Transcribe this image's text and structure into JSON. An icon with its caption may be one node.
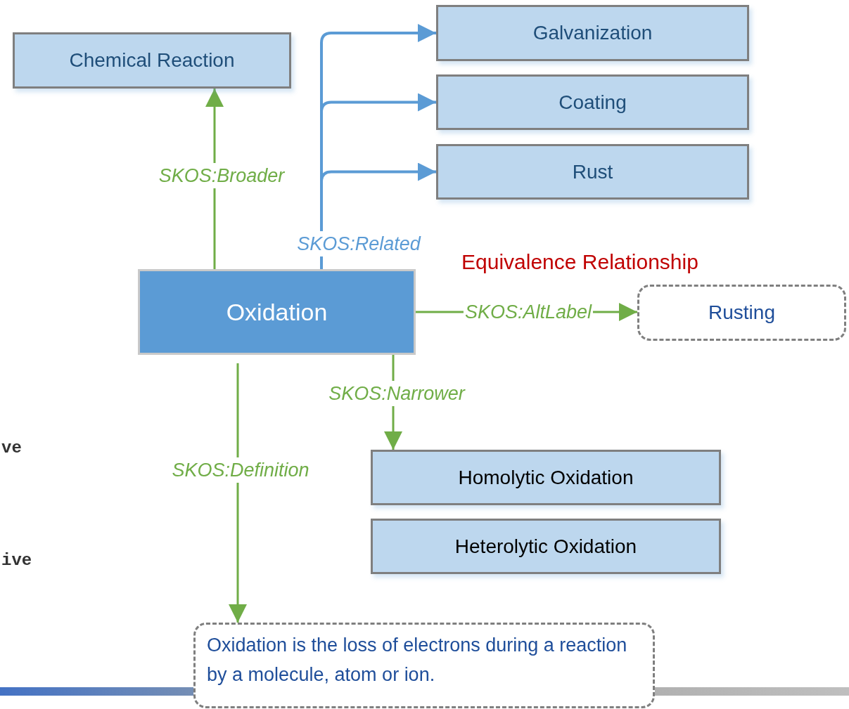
{
  "diagram": {
    "nodes": [
      {
        "text": [
          "Chemical Reaction"
        ]
      },
      {
        "text": [
          "Galvanization"
        ]
      },
      {
        "text": [
          "Coating"
        ]
      },
      {
        "text": [
          "Rust"
        ]
      },
      {
        "text": [
          "Oxidation"
        ]
      },
      {
        "text": [
          "Rusting"
        ]
      },
      {
        "text": [
          "Homolytic Oxidation"
        ]
      },
      {
        "text": [
          "Heterolytic Oxidation"
        ]
      },
      {
        "text": [
          "Oxidation is the loss of electrons during a reaction by a molecule, atom or ion."
        ]
      }
    ],
    "edges": [
      {
        "from": 4,
        "to": 0,
        "arrow": "to",
        "label": "SKOS:Broader"
      },
      {
        "from": 4,
        "to": 1,
        "arrow": "to",
        "label": "SKOS:Related",
        "color": "#5b9bd5"
      },
      {
        "from": 4,
        "to": 2,
        "arrow": "to",
        "color": "#5b9bd5"
      },
      {
        "from": 4,
        "to": 3,
        "arrow": "to",
        "color": "#5b9bd5"
      },
      {
        "from": 4,
        "to": 5,
        "arrow": "to",
        "label": "SKOS:AltLabel"
      },
      {
        "from": 4,
        "to": 6,
        "arrow": "to",
        "label": "SKOS:Narrower"
      },
      {
        "from": 4,
        "to": 8,
        "arrow": "to",
        "label": "SKOS:Definition"
      }
    ],
    "labels": [
      "Equivalence Relationship",
      "ve",
      "ive"
    ]
  }
}
